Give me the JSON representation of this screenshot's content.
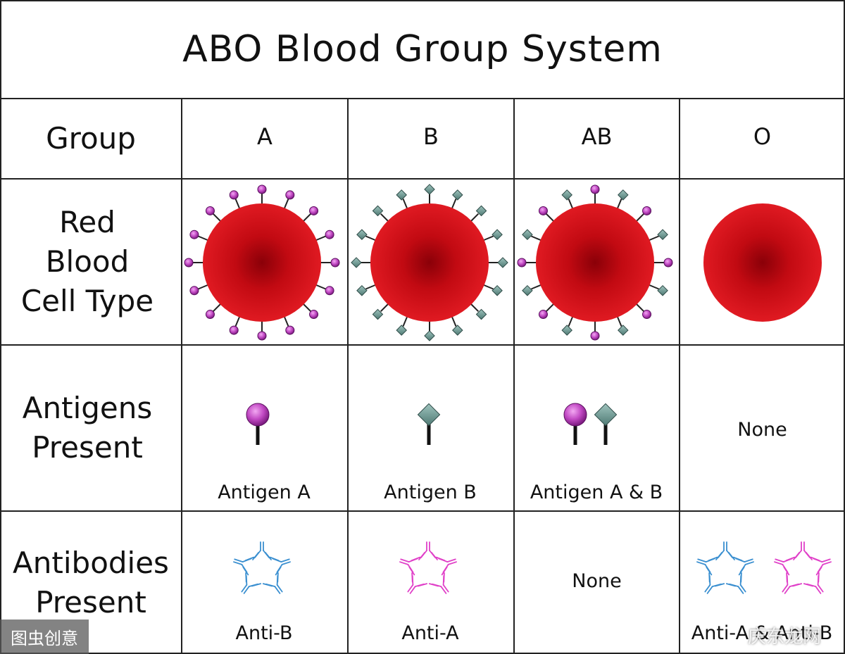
{
  "title": "ABO Blood Group System",
  "row_headers": {
    "group": "Group",
    "rbc": [
      "Red",
      "Blood",
      "Cell Type"
    ],
    "antigens": [
      "Antigens",
      "Present"
    ],
    "antibodies": [
      "Antibodies",
      "Present"
    ]
  },
  "groups": [
    "A",
    "B",
    "AB",
    "O"
  ],
  "antigens": [
    "Antigen A",
    "Antigen B",
    "Antigen A & B",
    "None"
  ],
  "antibodies": [
    "Anti-B",
    "Anti-A",
    "None",
    "Anti-A & Anti-B"
  ],
  "watermarks": [
    "图虫创意",
    "庆东龙网"
  ],
  "colors": {
    "cell_red": "#d8101a",
    "cell_dark": "#8a0008",
    "antigen_a": "#c24ac4",
    "antigen_b": "#6e9690",
    "antibody_anti_b": "#3a8fd0",
    "antibody_anti_a": "#e040c8"
  }
}
